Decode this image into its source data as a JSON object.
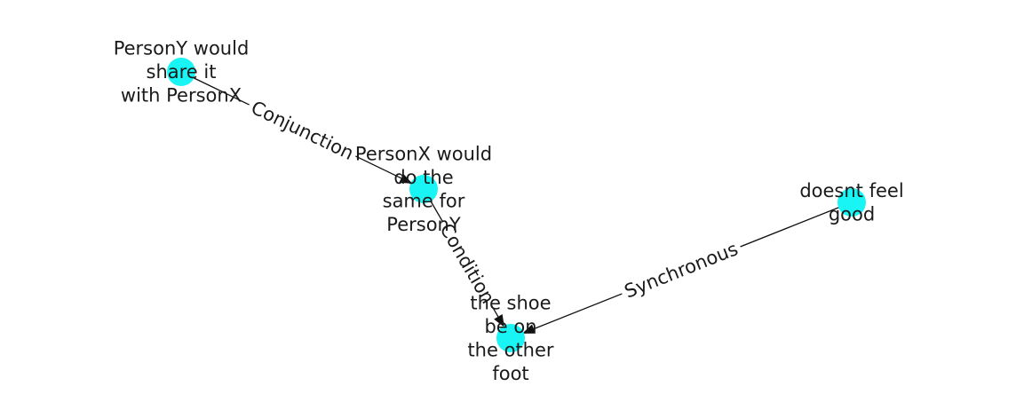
{
  "style": {
    "node_color": "#19f5f5",
    "edge_color": "#111111",
    "text_color": "#1a1a1a",
    "background": "#ffffff"
  },
  "nodes": [
    {
      "id": "n1",
      "label_lines": [
        "PersonY would",
        "share it",
        "with PersonX"
      ]
    },
    {
      "id": "n2",
      "label_lines": [
        "PersonX would",
        "do the",
        "same for",
        "PersonY"
      ]
    },
    {
      "id": "n3",
      "label_lines": [
        "the shoe",
        "be on",
        "the other",
        "foot"
      ]
    },
    {
      "id": "n4",
      "label_lines": [
        "doesnt feel",
        "good"
      ]
    }
  ],
  "edges": [
    {
      "id": "e1",
      "source": "n1",
      "target": "n2",
      "label": "Conjunction"
    },
    {
      "id": "e2",
      "source": "n2",
      "target": "n3",
      "label": "Condition"
    },
    {
      "id": "e3",
      "source": "n4",
      "target": "n3",
      "label": "Synchronous"
    }
  ]
}
